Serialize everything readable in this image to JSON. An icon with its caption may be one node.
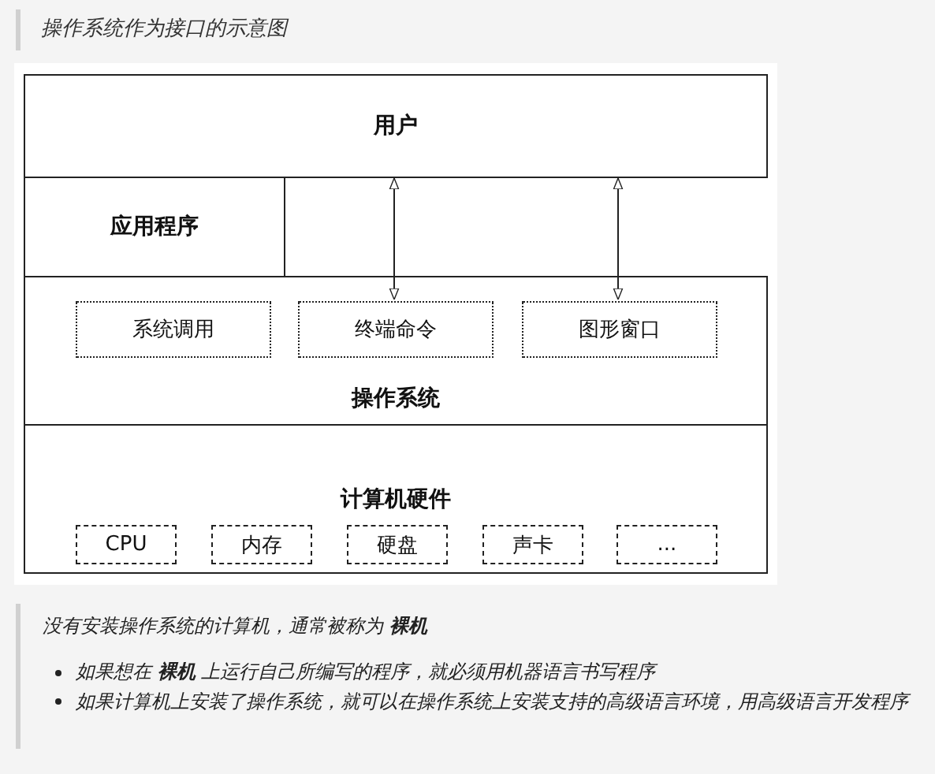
{
  "diagram": {
    "title": "操作系统作为接口的示意图",
    "nodes": [
      {
        "text": [
          "用户"
        ]
      },
      {
        "text": [
          "应用程序"
        ]
      },
      {
        "text": [
          "操作系统"
        ]
      },
      {
        "text": [
          "系统调用"
        ],
        "in": 2
      },
      {
        "text": [
          "终端命令"
        ],
        "in": 2
      },
      {
        "text": [
          "图形窗口"
        ],
        "in": 2
      },
      {
        "text": [
          "计算机硬件"
        ]
      },
      {
        "text": [
          "CPU"
        ],
        "in": 6
      },
      {
        "text": [
          "内存"
        ],
        "in": 6
      },
      {
        "text": [
          "硬盘"
        ],
        "in": 6
      },
      {
        "text": [
          "声卡"
        ],
        "in": 6
      },
      {
        "text": [
          "..."
        ],
        "in": 6
      }
    ],
    "edges": [
      {
        "from": 0,
        "to": 4,
        "arrow": "both"
      },
      {
        "from": 0,
        "to": 5,
        "arrow": "both"
      }
    ],
    "labels": [
      "没有安装操作系统的计算机，通常被称为 **裸机**",
      "如果想在 **裸机** 上运行自己所编写的程序，就必须用机器语言书写程序",
      "如果计算机上安装了操作系统，就可以在操作系统上安装支持的高级语言环境，用高级语言开发程序"
    ]
  }
}
